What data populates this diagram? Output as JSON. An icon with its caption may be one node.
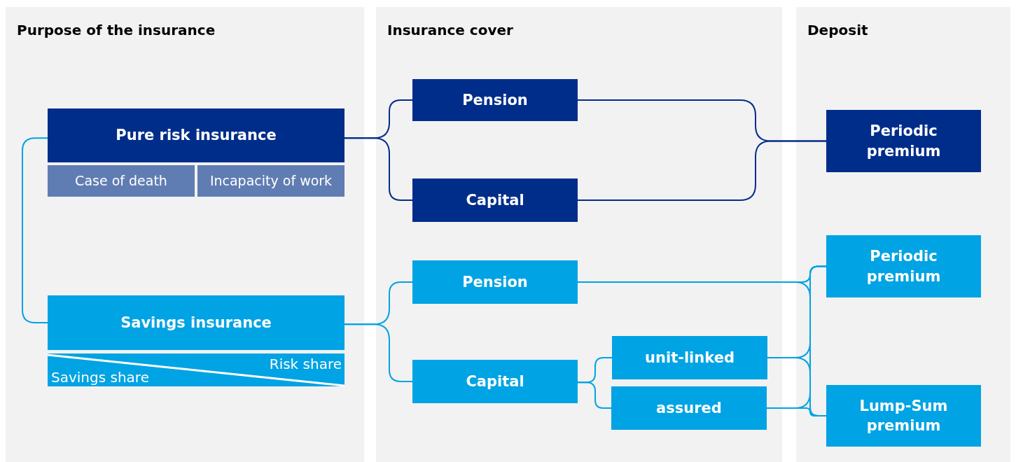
{
  "diagram": {
    "nodes": [
      {
        "text": [
          "Purpose of the insurance"
        ]
      },
      {
        "text": [
          "Insurance cover"
        ]
      },
      {
        "text": [
          "Deposit"
        ]
      },
      {
        "text": [
          "Pure risk insurance"
        ],
        "in": 0
      },
      {
        "text": [
          "Case of death"
        ],
        "in": 0
      },
      {
        "text": [
          "Incapacity of work"
        ],
        "in": 0
      },
      {
        "text": [
          "Savings insurance"
        ],
        "in": 0
      },
      {
        "text": [
          "Risk share",
          "Savings share"
        ],
        "in": 0
      },
      {
        "text": [
          "Pension"
        ],
        "in": 1
      },
      {
        "text": [
          "Capital"
        ],
        "in": 1
      },
      {
        "text": [
          "Pension"
        ],
        "in": 1
      },
      {
        "text": [
          "Capital"
        ],
        "in": 1
      },
      {
        "text": [
          "unit-linked"
        ],
        "in": 1
      },
      {
        "text": [
          "assured"
        ],
        "in": 1
      },
      {
        "text": [
          "Periodic premium"
        ],
        "in": 2
      },
      {
        "text": [
          "Periodic premium"
        ],
        "in": 2
      },
      {
        "text": [
          "Lump-Sum premium"
        ],
        "in": 2
      }
    ],
    "edges": [
      {
        "from": 3,
        "to": 6,
        "arrow": "none"
      },
      {
        "from": 3,
        "to": 8,
        "arrow": "none",
        "color": "#002d8a"
      },
      {
        "from": 3,
        "to": 9,
        "arrow": "none",
        "color": "#002d8a"
      },
      {
        "from": 8,
        "to": 14,
        "arrow": "none",
        "color": "#002d8a"
      },
      {
        "from": 9,
        "to": 14,
        "arrow": "none",
        "color": "#002d8a"
      },
      {
        "from": 6,
        "to": 10,
        "arrow": "none"
      },
      {
        "from": 6,
        "to": 11,
        "arrow": "none"
      },
      {
        "from": 11,
        "to": 12,
        "arrow": "none"
      },
      {
        "from": 11,
        "to": 13,
        "arrow": "none"
      },
      {
        "from": 10,
        "to": 15,
        "arrow": "none"
      },
      {
        "from": 10,
        "to": 16,
        "arrow": "none"
      },
      {
        "from": 12,
        "to": 15,
        "arrow": "none"
      },
      {
        "from": 12,
        "to": 16,
        "arrow": "none"
      },
      {
        "from": 13,
        "to": 15,
        "arrow": "none"
      },
      {
        "from": 13,
        "to": 16,
        "arrow": "none"
      }
    ]
  }
}
